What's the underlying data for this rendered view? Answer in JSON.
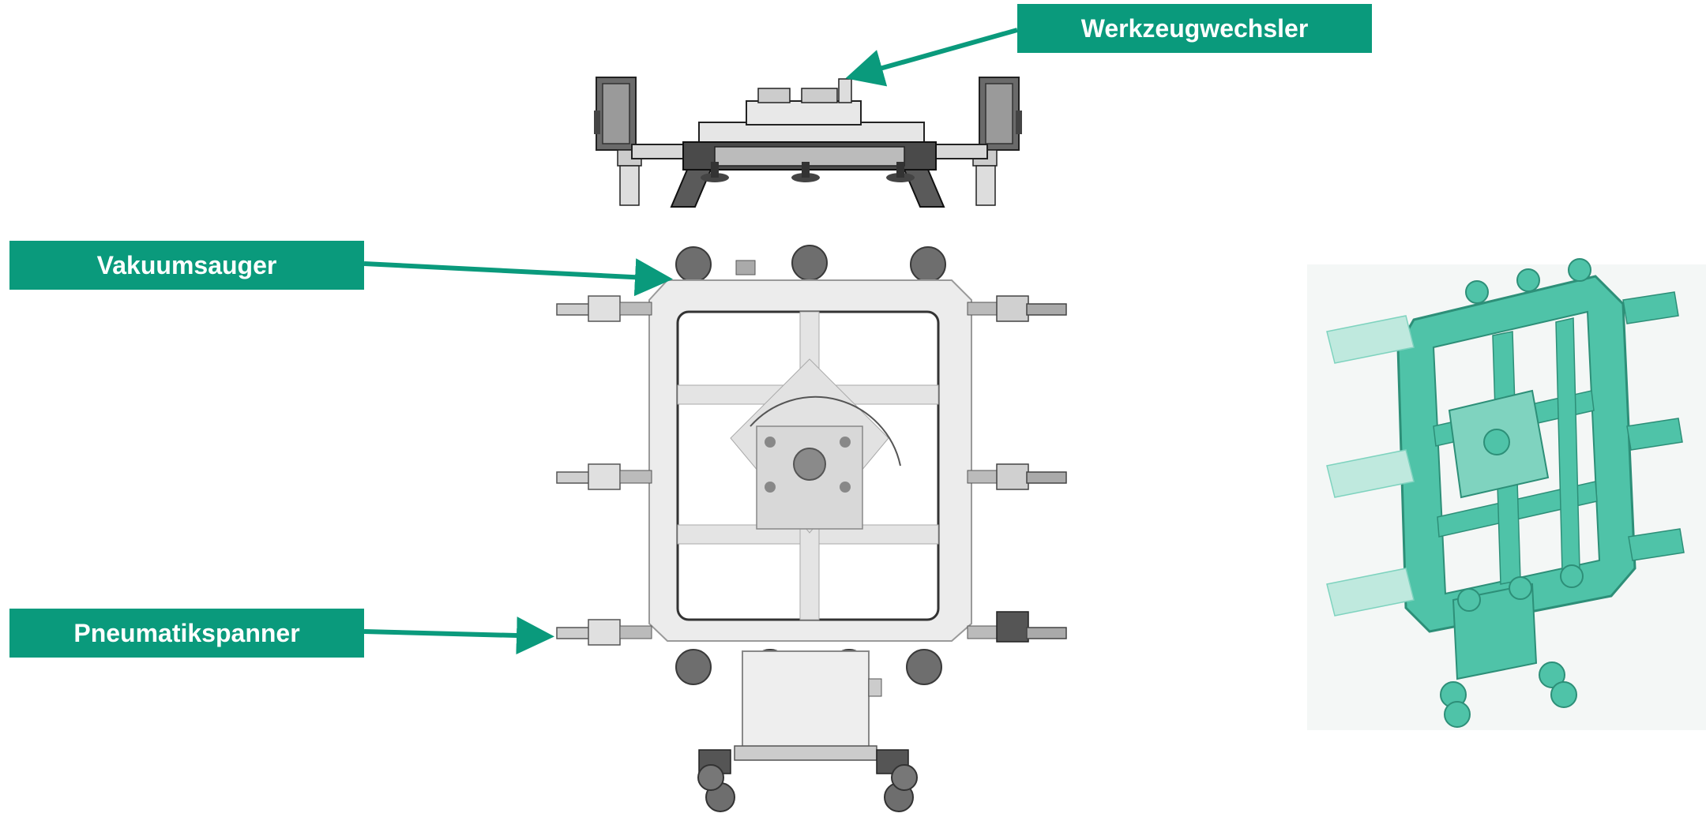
{
  "labels": {
    "tool_changer": "Werkzeugwechsler",
    "vacuum_cups": "Vakuumsauger",
    "pneumatic_clamps": "Pneumatikspanner"
  },
  "colors": {
    "accent": "#0a9a7c",
    "frame_light": "#e8e8e8",
    "frame_dark": "#555555",
    "teal_model": "#4fc3a8"
  }
}
